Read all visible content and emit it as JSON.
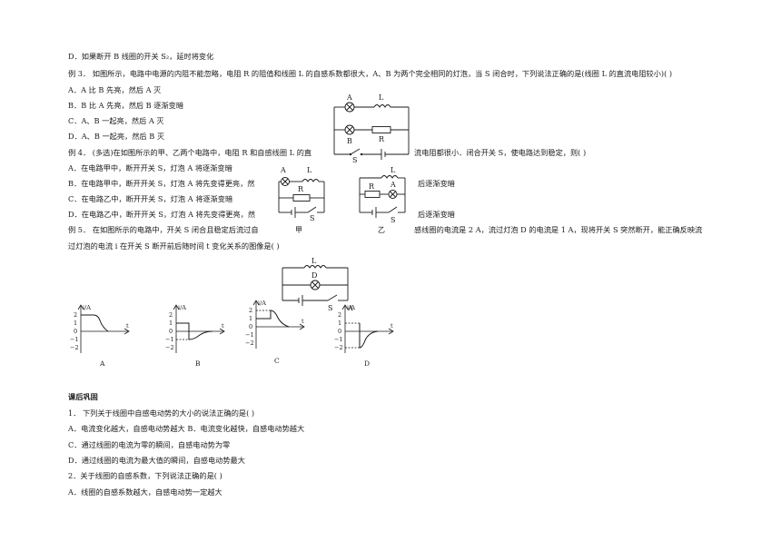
{
  "lines": [
    "D．如果断开 B 线圈的开关 S₂，延时将变化",
    "例 3．  如图所示，电路中电源的内阻不能忽略，电阻 R 的阻值和线圈 L 的自感系数都很大，A、B 为两个完全相同的灯泡，当 S 闭合时，下列说法正确的是(线圈 L 的直流电阻较小)(      )",
    "A．A 比 B 先亮，然后 A 灭",
    "B．B 比 A 先亮，然后 B 逐渐变暗",
    "C．A、B 一起亮，然后 A 灭",
    "D．A、B 一起亮，然后 B 灭",
    "例 4．  (多选)在如图所示的甲、乙两个电路中，电阻 R 和自感线圈 L 的直",
    "流电阻都很小．闭合开关 S，使电路达到稳定，则(      )",
    "A．在电路甲中，断开开关 S，灯泡 A 将逐渐变暗",
    "B．在电路甲中，断开开关 S，灯泡 A 将先变得更亮，然",
    "后逐渐变暗",
    "C．在电路乙中，断开开关 S，灯泡 A 将逐渐变暗",
    "D．在电路乙中，断开开关 S，灯泡 A 将先变得更亮，然",
    "后逐渐变暗",
    "例 5．  在如图所示的电路中，开关 S 闭合且稳定后流过自",
    "感线圈的电流是 2 A，流过灯泡 D 的电流是 1 A，现将开关 S 突然断开，能正确反映流",
    "过灯泡的电流 i 在开关 S 断开前后随时间 t 变化关系的图像是(      )",
    "课后巩固",
    "1．  下列关于线圈中自感电动势的大小的说法正确的是(      )",
    "A．电流变化越大，自感电动势越大      B．电流变化越快，自感电动势越大",
    "C．通过线圈的电流为零的瞬间，自感电动势为零",
    "D．通过线圈的电流为最大值的瞬间，自感电动势最大",
    "2．关于线圈的自感系数，下列说法正确的是(      )",
    "A．线圈的自感系数越大，自感电动势一定越大"
  ],
  "circuit_labels": {
    "A": "A",
    "B": "B",
    "L": "L",
    "R": "R",
    "S": "S",
    "D": "D",
    "jia": "甲",
    "yi": "乙"
  },
  "graph_labels": {
    "ylabel": "i/A",
    "xlabel": "t",
    "t2": "2",
    "t1": "1",
    "t0": "0",
    "tm1": "−1",
    "tm2": "−2",
    "capA": "A",
    "capB": "B",
    "capC": "C",
    "capD": "D"
  }
}
